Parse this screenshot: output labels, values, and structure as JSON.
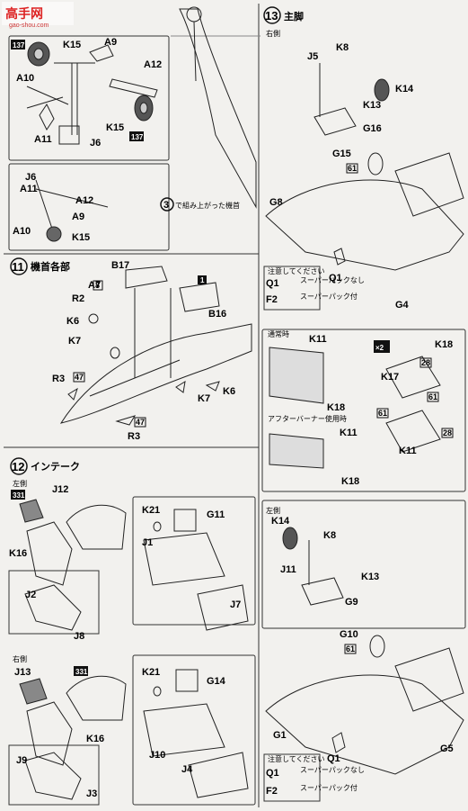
{
  "watermark": {
    "logo": "高手网",
    "url": "gao-shou.com"
  },
  "step10": {
    "labels": [
      "K15",
      "A9",
      "A10",
      "A12",
      "A11",
      "J6",
      "K15",
      "J6",
      "A11",
      "A12",
      "A10",
      "A9",
      "K15"
    ],
    "parts_count": [
      "137",
      "137"
    ],
    "step_ref_num": "3",
    "step_ref_text": "で組み上がった機首"
  },
  "step11": {
    "num": "11",
    "title": "機首各部",
    "labels": [
      "B17",
      "A7",
      "R2",
      "K6",
      "K7",
      "R3",
      "B16",
      "K7",
      "K6",
      "R3"
    ],
    "nums": [
      "8",
      "1",
      "47",
      "47"
    ]
  },
  "step12": {
    "num": "12",
    "title": "インテーク",
    "left_side": "左側",
    "right_side": "右側",
    "labels": [
      "J12",
      "K16",
      "J2",
      "J8",
      "K21",
      "G11",
      "J1",
      "J7",
      "J13",
      "K16",
      "J9",
      "J3",
      "K21",
      "G14",
      "J10",
      "J4"
    ],
    "decal": "331"
  },
  "step13": {
    "num": "13",
    "title": "主脚",
    "right_side": "右側",
    "left_side": "左側",
    "labels": [
      "J5",
      "K8",
      "K14",
      "K13",
      "G16",
      "G15",
      "G8",
      "Q1",
      "G4",
      "K14",
      "K8",
      "J11",
      "K13",
      "G9",
      "G10",
      "G1",
      "Q1",
      "G5"
    ],
    "note_title": "注意してください",
    "note_q1": "Q1",
    "note_f2": "F2",
    "note_q1_text": "スーパーパックなし",
    "note_f2_text": "スーパーパック付",
    "normal": "通常時",
    "afterburner": "アフターバーナー使用時",
    "times2": "×2",
    "k_labels": [
      "K11",
      "K18",
      "K17",
      "K18",
      "K11",
      "K11",
      "K18"
    ],
    "pack_nums": [
      "28",
      "28",
      "61",
      "61",
      "61",
      "61"
    ]
  }
}
